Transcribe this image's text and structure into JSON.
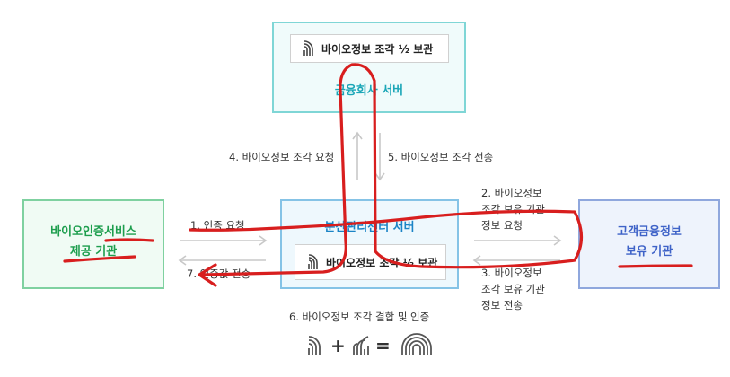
{
  "boxes": {
    "financial_server": {
      "title": "금융회사 서버",
      "fragment": "바이오정보 조각 ½ 보관"
    },
    "distributed_center": {
      "title": "분산관리센터 서버",
      "fragment": "바이오정보 조각 ½ 보관"
    },
    "bio_provider": {
      "title": "바이오인증서비스\n제공 기관"
    },
    "customer_institution": {
      "title": "고객금융정보\n보유 기관"
    }
  },
  "steps": {
    "s1": "1. 인증 요청",
    "s2": "2. 바이오정보\n조각 보유 기관\n정보 요청",
    "s3": "3. 바이오정보\n조각 보유 기관\n정보 전송",
    "s4": "4. 바이오정보 조각 요청",
    "s5": "5. 바이오정보 조각 전송",
    "s6": "6. 바이오정보 조각 결합 및 인증",
    "s7": "7. 인증값 전송"
  },
  "equation": {
    "plus": "+",
    "equals": "="
  },
  "icons": [
    "fingerprint-half-icon",
    "fingerprint-half-right-icon",
    "fingerprint-full-icon"
  ],
  "colors": {
    "annotation": "#d81e1e",
    "arrow": "#c8c8c8"
  }
}
